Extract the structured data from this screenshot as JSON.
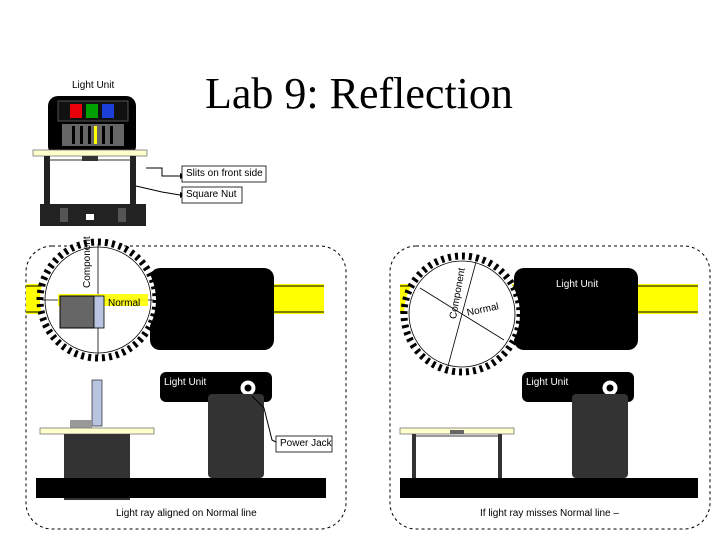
{
  "title": "Lab 9: Reflection",
  "labels": {
    "light_unit": "Light Unit",
    "slits": "Slits on front side",
    "square_nut": "Square Nut",
    "component": "Component",
    "normal": "Normal",
    "power_jack": "Power Jack",
    "caption_left": "Light ray aligned on Normal line",
    "caption_right": "If light ray misses Normal line –"
  },
  "colors": {
    "yellow": "#ffff00",
    "dark": "#333333",
    "slit_red": "#e8000b",
    "slit_green": "#00a000",
    "slit_blue": "#1b3fd8",
    "table_top": "#ffffcc"
  }
}
